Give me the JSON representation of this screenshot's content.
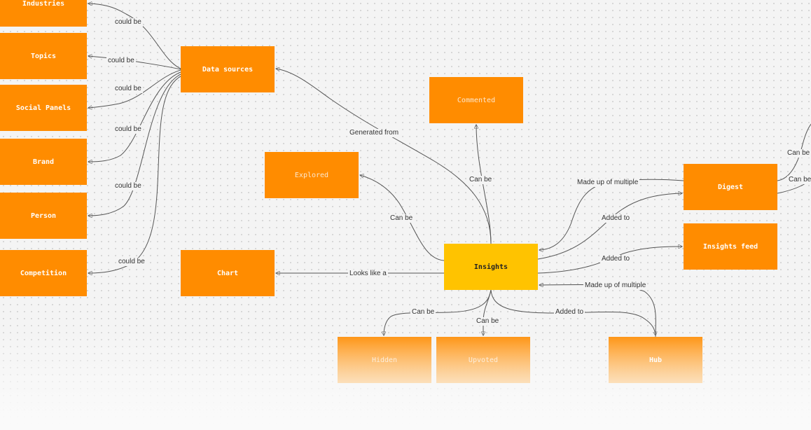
{
  "nodes": {
    "industries": "Industries",
    "topics": "Topics",
    "social_panels": "Social Panels",
    "brand": "Brand",
    "person": "Person",
    "competition": "Competition",
    "data_sources": "Data sources",
    "chart": "Chart",
    "explored": "Explored",
    "commented": "Commented",
    "insights": "Insights",
    "digest": "Digest",
    "insights_feed": "Insights feed",
    "hidden": "Hidden",
    "upvoted": "Upvoted",
    "hub": "Hub"
  },
  "edges": {
    "industries": "could be",
    "topics": "could be",
    "social_panels": "could be",
    "brand": "could be",
    "person": "could be",
    "competition": "could be",
    "generated_from": "Generated from",
    "commented": "Can be",
    "explored": "Can be",
    "chart": "Looks like a",
    "digest_made_up": "Made up of multiple",
    "digest_added": "Added to",
    "feed_added": "Added to",
    "hub_made_up": "Made up of multiple",
    "hidden": "Can be",
    "upvoted": "Can be",
    "hub_added": "Added to",
    "right_1": "Can be",
    "right_2": "Can be"
  },
  "colors": {
    "node": "#ff8c00",
    "insights_node": "#ffc300",
    "edge": "#555555",
    "background": "#f4f4f4"
  }
}
